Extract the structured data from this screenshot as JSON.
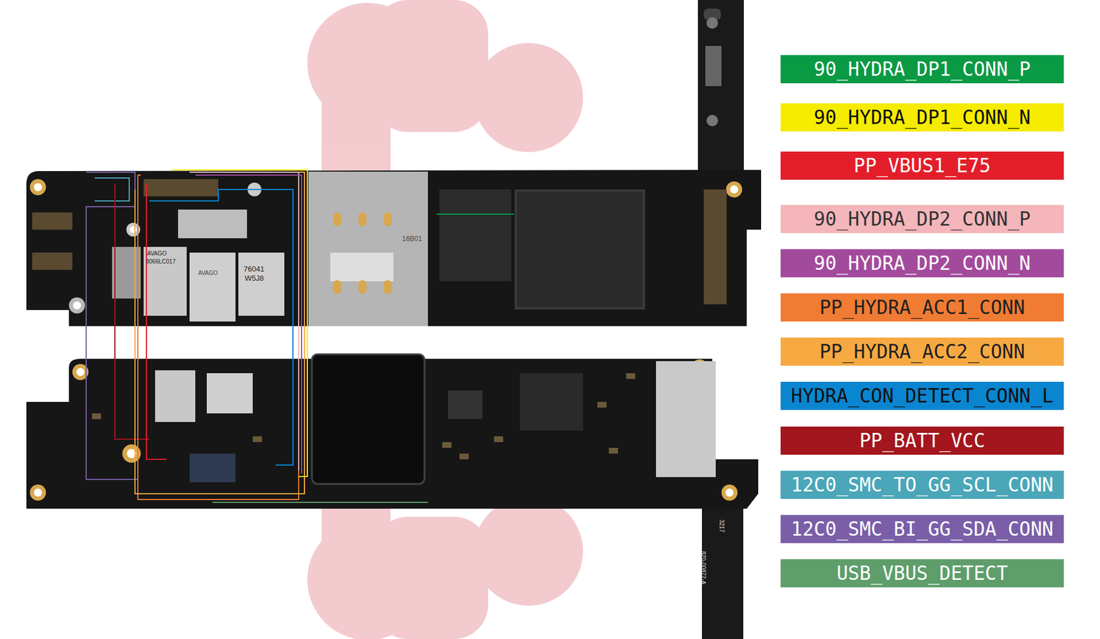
{
  "diagram": {
    "labels": [
      "AVAGO",
      "8066LC017",
      "AVAGO",
      "76041",
      "W5J8",
      "16B01",
      "820-00872-A",
      "3217"
    ],
    "legend": [
      {
        "text": "90_HYDRA_DP1_CONN_P",
        "color": "#0a9a44"
      },
      {
        "text": "90_HYDRA_DP1_CONN_N",
        "color": "#f5ec00"
      },
      {
        "text": "PP_VBUS1_E75",
        "color": "#e31e2a"
      },
      {
        "text": "90_HYDRA_DP2_CONN_P",
        "color": "#f4b6bb"
      },
      {
        "text": "90_HYDRA_DP2_CONN_N",
        "color": "#a24b9c"
      },
      {
        "text": "PP_HYDRA_ACC1_CONN",
        "color": "#f07b32"
      },
      {
        "text": "PP_HYDRA_ACC2_CONN",
        "color": "#f7a941"
      },
      {
        "text": "HYDRA_CON_DETECT_CONN_L",
        "color": "#0a85d0"
      },
      {
        "text": "PP_BATT_VCC",
        "color": "#a3161d"
      },
      {
        "text": "12C0_SMC_TO_GG_SCL_CONN",
        "color": "#4aa6b8"
      },
      {
        "text": "12C0_SMC_BI_GG_SDA_CONN",
        "color": "#7a5fa8"
      },
      {
        "text": "USB_VBUS_DETECT",
        "color": "#5f9e6b"
      }
    ]
  }
}
